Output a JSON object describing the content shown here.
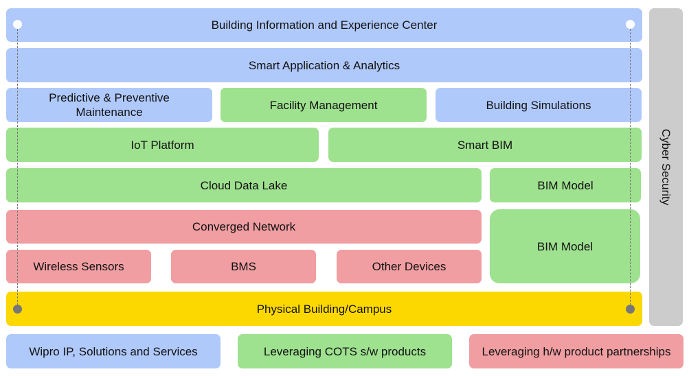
{
  "layers": {
    "experience_center": "Building Information and Experience Center",
    "smart_app": "Smart Application & Analytics",
    "predictive": "Predictive & Preventive Maintenance",
    "facility": "Facility Management",
    "simulations": "Building Simulations",
    "iot": "IoT Platform",
    "smart_bim": "Smart BIM",
    "data_lake": "Cloud Data Lake",
    "bim_model_top": "BIM Model",
    "network": "Converged Network",
    "bim_model_bottom": "BIM Model",
    "wireless": "Wireless Sensors",
    "bms": "BMS",
    "other_devices": "Other Devices",
    "physical": "Physical Building/Campus",
    "cyber": "Cyber Security"
  },
  "legend": [
    {
      "label": "Wipro IP, Solutions and Services",
      "color": "#b0c9fb"
    },
    {
      "label": "Leveraging COTS s/w products",
      "color": "#9ee18f"
    },
    {
      "label": "Leveraging h/w product partnerships",
      "color": "#f09ea2"
    }
  ],
  "colors": {
    "blue": "#b0c9fb",
    "green": "#9ee18f",
    "red": "#f09ea2",
    "yellow": "#fdd800",
    "gray": "#cccccc"
  }
}
